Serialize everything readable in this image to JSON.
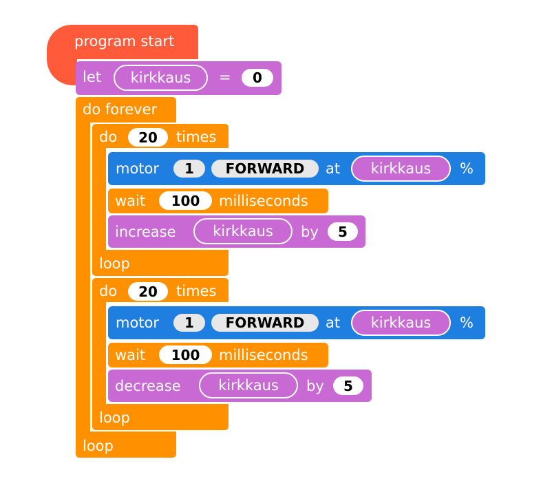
{
  "colors": {
    "hat": "#ff5b3a",
    "control": "#ff9100",
    "variable": "#c26bd6",
    "motor": "#1f7fe0"
  },
  "program": {
    "start_label": "program start",
    "let_label": "let",
    "let_var": "kirkkaus",
    "let_eq": "=",
    "let_value": "0",
    "forever_label": "do forever",
    "forever_end": "loop",
    "loops": [
      {
        "do_label": "do",
        "count": "20",
        "times_label": "times",
        "motor_label": "motor",
        "motor_num": "1",
        "motor_dir": "FORWARD",
        "at_label": "at",
        "motor_var": "kirkkaus",
        "percent_label": "%",
        "wait_label": "wait",
        "wait_value": "100",
        "ms_label": "milliseconds",
        "change_label": "increase",
        "change_var": "kirkkaus",
        "by_label": "by",
        "change_value": "5",
        "end_label": "loop"
      },
      {
        "do_label": "do",
        "count": "20",
        "times_label": "times",
        "motor_label": "motor",
        "motor_num": "1",
        "motor_dir": "FORWARD",
        "at_label": "at",
        "motor_var": "kirkkaus",
        "percent_label": "%",
        "wait_label": "wait",
        "wait_value": "100",
        "ms_label": "milliseconds",
        "change_label": "decrease",
        "change_var": "kirkkaus",
        "by_label": "by",
        "change_value": "5",
        "end_label": "loop"
      }
    ]
  }
}
